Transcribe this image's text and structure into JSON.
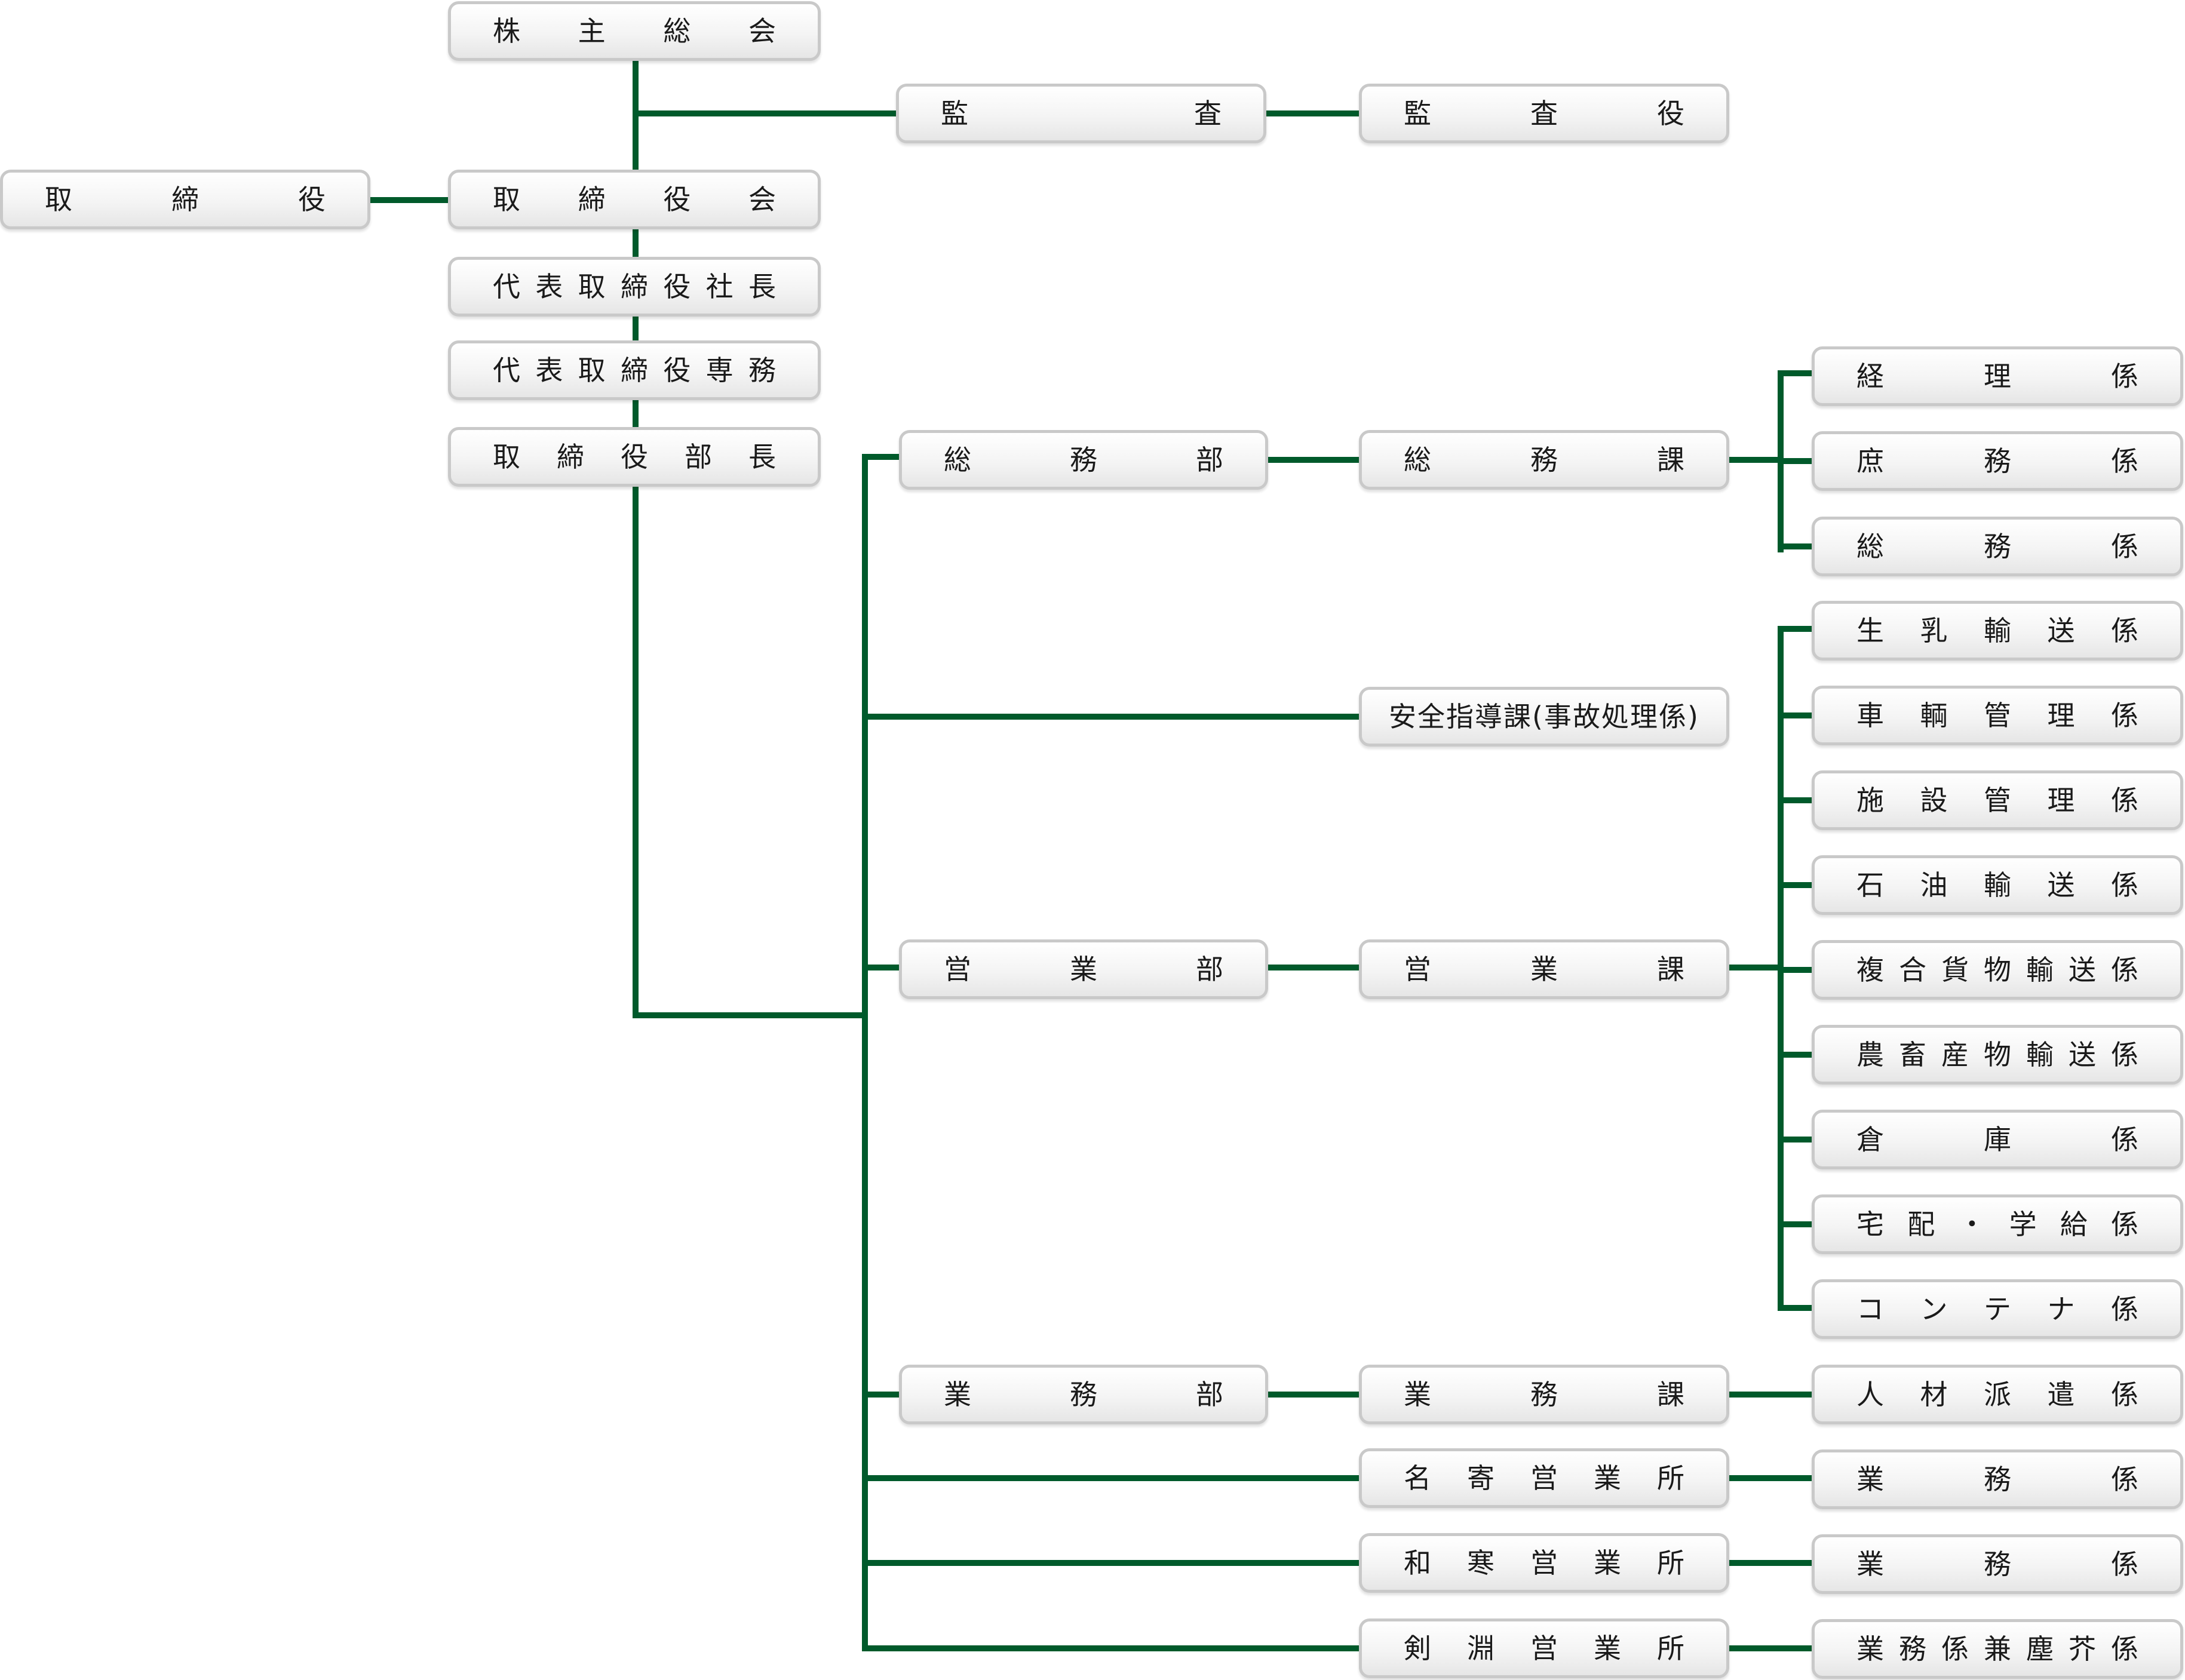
{
  "line_color": "#005a2b",
  "nodes": {
    "kabunushi": "株主総会",
    "kansa": "監査",
    "kansayaku": "監査役",
    "torishimariyaku": "取締役",
    "torishimariyakukai": "取締役会",
    "shacho": "代表取締役社長",
    "senmu": "代表取締役専務",
    "buchou": "取締役部長",
    "somubu": "総務部",
    "somuka": "総務課",
    "keiri": "経理係",
    "shomu": "庶務係",
    "somugakari": "総務係",
    "anzen": "安全指導課(事故処理係)",
    "eigyobu": "営業部",
    "eigyoka": "営業課",
    "seinyu": "生乳輸送係",
    "sharyo": "車輌管理係",
    "shisetsu": "施設管理係",
    "sekiyu": "石油輸送係",
    "fukugo": "複合貨物輸送係",
    "nochiku": "農畜産物輸送係",
    "soko": "倉庫係",
    "takuhai": "宅配・学給係",
    "container": "コンテナ係",
    "gyomubu": "業務部",
    "gyomuka": "業務課",
    "jinzai": "人材派遣係",
    "nayoro": "名寄営業所",
    "gyomu1": "業務係",
    "wassamu": "和寒営業所",
    "gyomu2": "業務係",
    "kembuchi": "剣淵営業所",
    "kenjin": "業務係兼塵芥係"
  }
}
